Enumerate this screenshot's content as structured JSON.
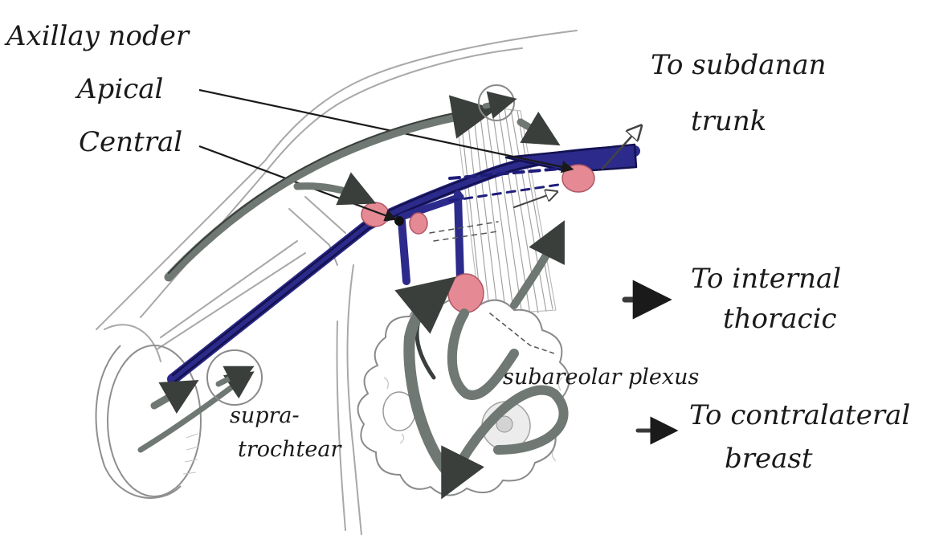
{
  "labels": {
    "axillary_nodes": "Axillay noder",
    "apical": "Apical",
    "central": "Central",
    "to_subclavian_line1": "To subdanan",
    "to_subclavian_line2": "trunk",
    "to_internal_line1": "To internal",
    "to_internal_line2": "thoracic",
    "subareolar": "subareolar plexus",
    "to_contralateral_line1": "To contralateral",
    "to_contralateral_line2": "breast",
    "supratrochlear_line1": "supra-",
    "supratrochlear_line2": "trochtear"
  },
  "colors": {
    "ink": "#1a1a1a",
    "pencil": "#a8a8a8",
    "vessel": "#2c2a8a",
    "vessel_dark": "#13124f",
    "node": "#e58a95",
    "arrow_gray": "#6f7873",
    "arrow_dark": "#3a3f3c"
  }
}
